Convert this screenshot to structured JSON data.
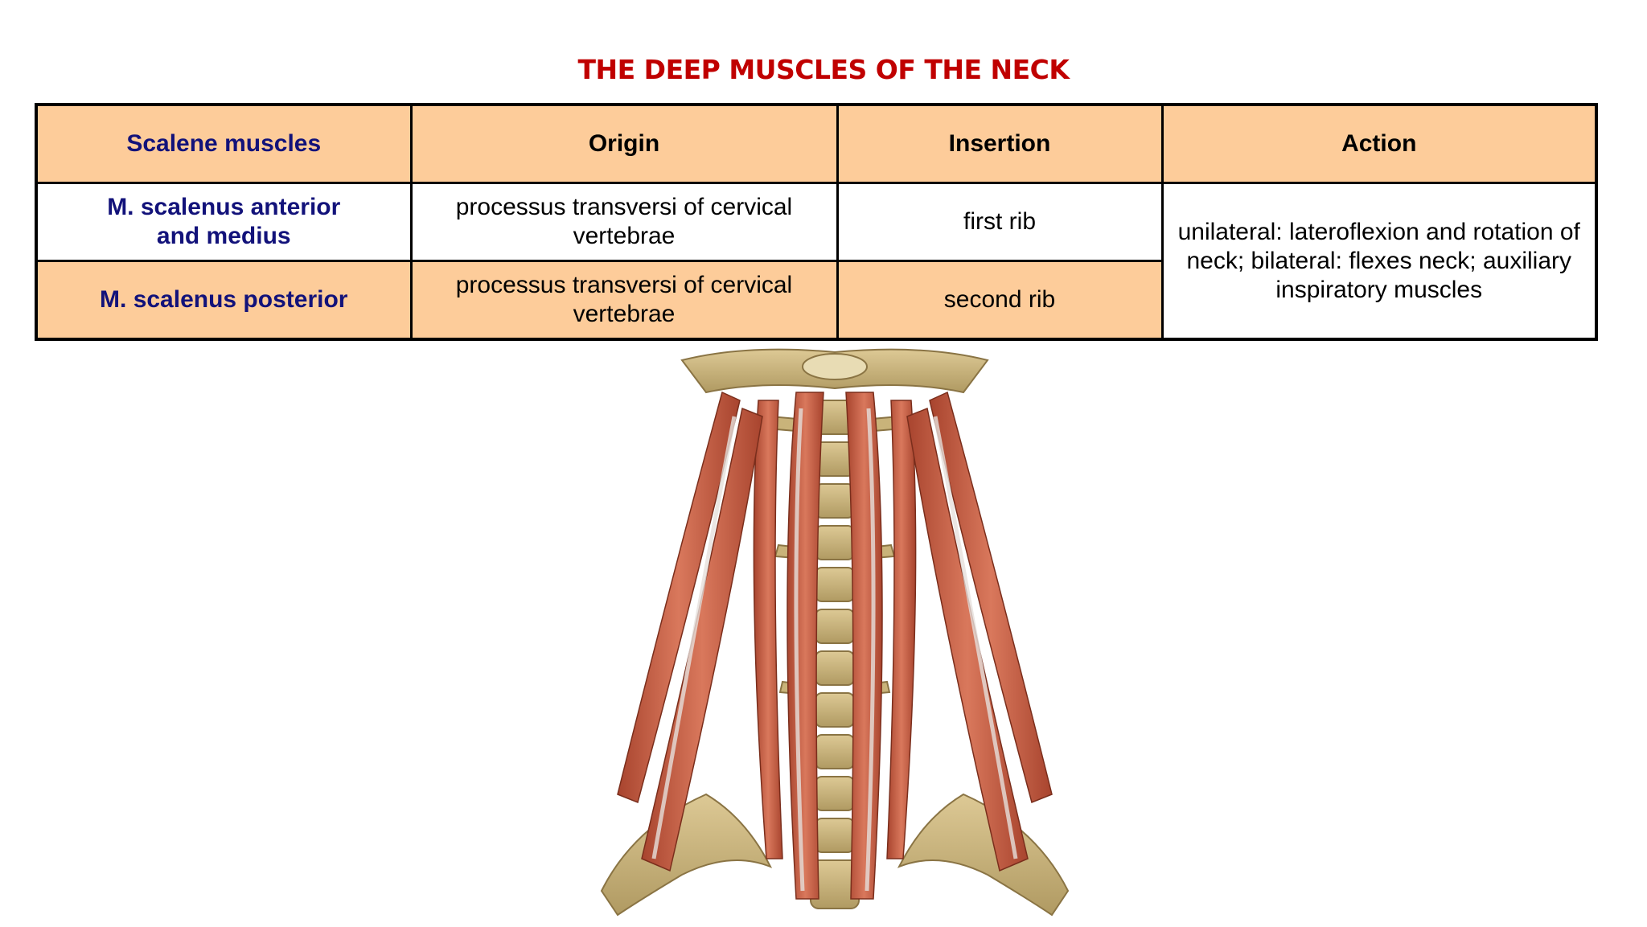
{
  "title": "THE DEEP MUSCLES OF THE NECK",
  "table": {
    "headers": [
      "Scalene muscles",
      "Origin",
      "Insertion",
      "Action"
    ],
    "rows": [
      {
        "name_line1": "M. scalenus anterior",
        "name_line2": "and medius",
        "origin_line1": "processus transversi of cervical",
        "origin_line2": "vertebrae",
        "insertion": "first rib"
      },
      {
        "name_line1": "M. scalenus posterior",
        "origin_line1": "processus transversi of cervical",
        "origin_line2": "vertebrae",
        "insertion": "second rib"
      }
    ],
    "action_line1": "unilateral: lateroflexion and rotation of",
    "action_line2": "neck; bilateral: flexes neck; auxiliary",
    "action_line3": "inspiratory muscles"
  },
  "colors": {
    "title": "#c00000",
    "header_bg": "#fdcc9a",
    "muscle_name": "#12127a",
    "muscle": "#c8644a",
    "bone": "#c9b37a"
  },
  "illustration": {
    "icon": "neck-muscles-anatomy-illustration"
  }
}
